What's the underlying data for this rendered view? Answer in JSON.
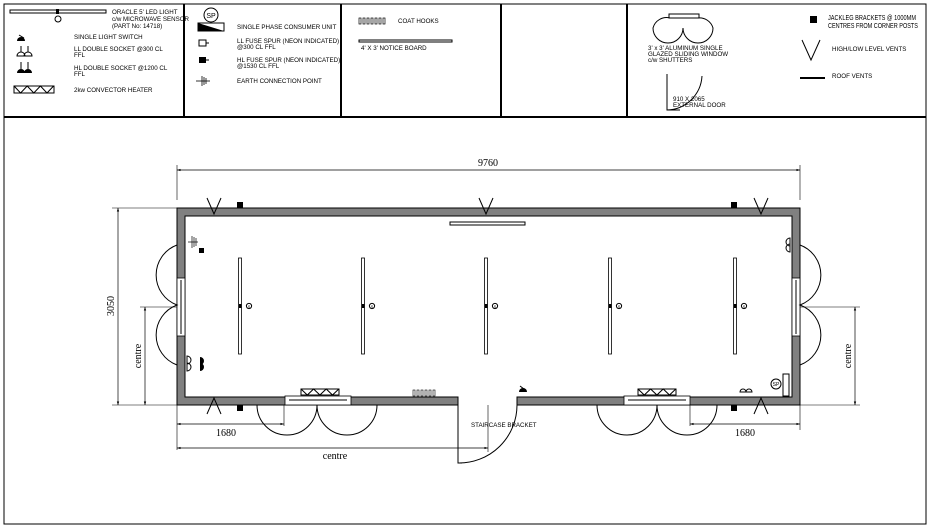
{
  "legend": {
    "led_light": [
      "ORACLE 5' LED LIGHT",
      "c/w MICROWAVE SENSOR",
      "(PART No: 14718)"
    ],
    "light_switch": "SINGLE LIGHT SWITCH",
    "ll_socket": [
      "LL DOUBLE SOCKET @300 CL",
      "FFL"
    ],
    "hl_socket": [
      "HL DOUBLE SOCKET @1200 CL",
      "FFL"
    ],
    "heater": "2kw CONVECTOR HEATER",
    "sp_symbol": "SP",
    "consumer_unit": "SINGLE PHASE CONSUMER UNIT",
    "ll_spur": [
      "LL FUSE SPUR (NEON INDICATED)",
      "@300 CL FFL"
    ],
    "hl_spur": [
      "HL FUSE SPUR (NEON INDICATED)",
      "@1530 CL FFL"
    ],
    "earth": "EARTH CONNECTION POINT",
    "coat_hooks": "COAT HOOKS",
    "notice_board": "4' X 3' NOTICE BOARD",
    "window": [
      "3' x 3' ALUMINUM SINGLE",
      "GLAZED SLIDING WINDOW",
      "c/w SHUTTERS"
    ],
    "door": [
      "910 X 2065",
      "EXTERNAL DOOR"
    ],
    "jackleg": [
      "JACKLEG BRACKETS @ 1000MM",
      "CENTRES FROM CORNER POSTS"
    ],
    "vents": "HIGH/LOW LEVEL VENTS",
    "roof_vents": "ROOF VENTS"
  },
  "plan": {
    "overall_width": "9760",
    "overall_depth": "3050",
    "left_offset": "1680",
    "right_offset": "1680",
    "centre_bottom": "centre",
    "centre_left": "centre",
    "centre_right": "centre",
    "staircase": "STAIRCASE BRACKET"
  }
}
